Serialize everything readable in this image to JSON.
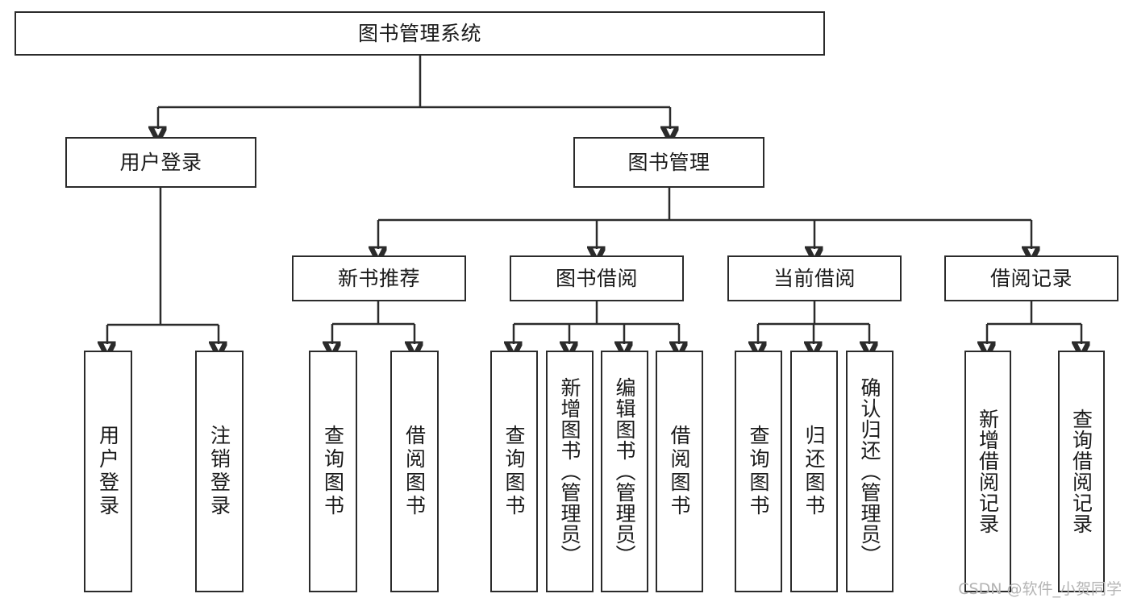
{
  "diagram": {
    "type": "tree",
    "title": "图书管理系统",
    "watermark": "CSDN @软件_小贺同学",
    "colors": {
      "stroke": "#2b2b2b",
      "background": "#ffffff",
      "text": "#1a1a1a",
      "watermark": "#b4b4b4"
    },
    "nodes": {
      "root": {
        "label": "图书管理系统"
      },
      "level2": [
        {
          "id": "user-login",
          "label": "用户登录"
        },
        {
          "id": "book-manage",
          "label": "图书管理"
        }
      ],
      "level3": [
        {
          "id": "new-book-rec",
          "label": "新书推荐"
        },
        {
          "id": "book-borrow",
          "label": "图书借阅"
        },
        {
          "id": "current-borrow",
          "label": "当前借阅"
        },
        {
          "id": "borrow-record",
          "label": "借阅记录"
        }
      ],
      "leaves": {
        "user-login": [
          {
            "id": "leaf-user-login",
            "label": "用户登录"
          },
          {
            "id": "leaf-logout",
            "label": "注销登录"
          }
        ],
        "new-book-rec": [
          {
            "id": "leaf-query-book-1",
            "label": "查询图书"
          },
          {
            "id": "leaf-borrow-book-1",
            "label": "借阅图书"
          }
        ],
        "book-borrow": [
          {
            "id": "leaf-query-book-2",
            "label": "查询图书"
          },
          {
            "id": "leaf-add-book",
            "label": "新增图书（管理员）"
          },
          {
            "id": "leaf-edit-book",
            "label": "编辑图书（管理员）"
          },
          {
            "id": "leaf-borrow-book-2",
            "label": "借阅图书"
          }
        ],
        "current-borrow": [
          {
            "id": "leaf-query-book-3",
            "label": "查询图书"
          },
          {
            "id": "leaf-return-book",
            "label": "归还图书"
          },
          {
            "id": "leaf-confirm-return",
            "label": "确认归还（管理员）"
          }
        ],
        "borrow-record": [
          {
            "id": "leaf-add-record",
            "label": "新增借阅记录"
          },
          {
            "id": "leaf-query-record",
            "label": "查询借阅记录"
          }
        ]
      }
    }
  }
}
